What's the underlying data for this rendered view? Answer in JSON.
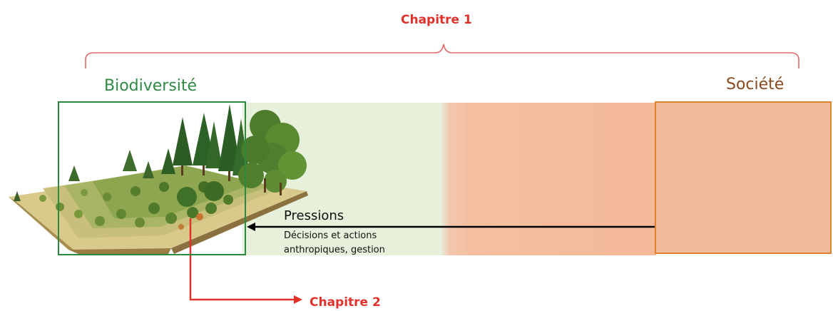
{
  "chapter1": {
    "label": "Chapitre 1"
  },
  "chapter2": {
    "label": "Chapitre 2"
  },
  "biodiversity": {
    "label": "Biodiversité"
  },
  "society": {
    "label": "Société"
  },
  "pressures": {
    "title": "Pressions",
    "subtitle": "Décisions et actions anthropiques, gestion"
  },
  "colors": {
    "chapter_red": "#e0322b",
    "biodiversity_green": "#2e8a45",
    "society_brown": "#8a4a1e",
    "society_fill": "#f1bc9b",
    "society_border": "#e0832f",
    "green_band": "#e6f0db"
  },
  "icons": [
    "forest-landscape-illustration",
    "pressure-arrow",
    "chapter2-arrow",
    "chapter1-brace"
  ]
}
